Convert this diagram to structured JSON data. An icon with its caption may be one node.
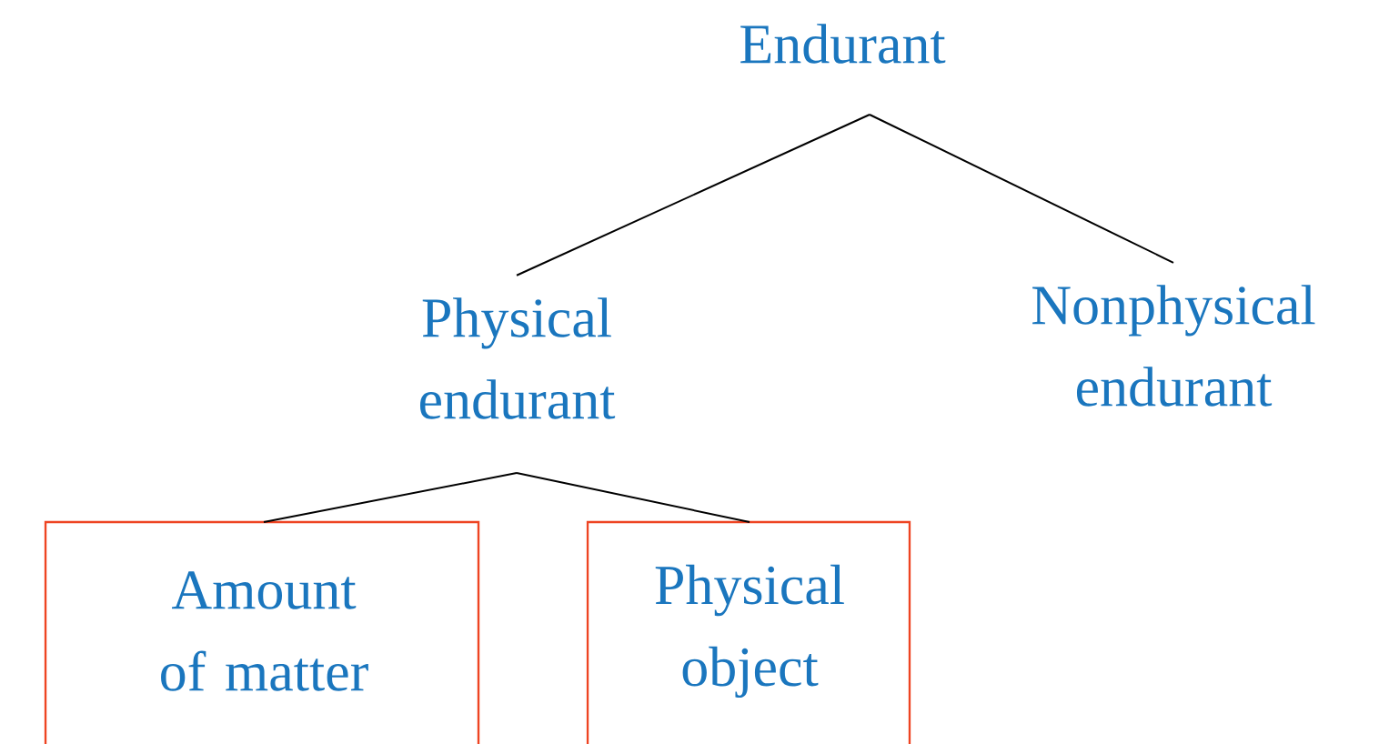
{
  "diagram": {
    "nodes": [
      {
        "text": [
          "Endurant"
        ]
      },
      {
        "text": [
          "Physical endurant"
        ]
      },
      {
        "text": [
          "Nonphysical endurant"
        ]
      },
      {
        "text": [
          "Amount of matter"
        ]
      },
      {
        "text": [
          "Physical object"
        ]
      }
    ],
    "edges": [
      {
        "from": 0,
        "to": 1,
        "arrow": "none"
      },
      {
        "from": 0,
        "to": 2,
        "arrow": "none"
      },
      {
        "from": 1,
        "to": 3,
        "arrow": "none"
      },
      {
        "from": 1,
        "to": 4,
        "arrow": "none"
      }
    ]
  }
}
